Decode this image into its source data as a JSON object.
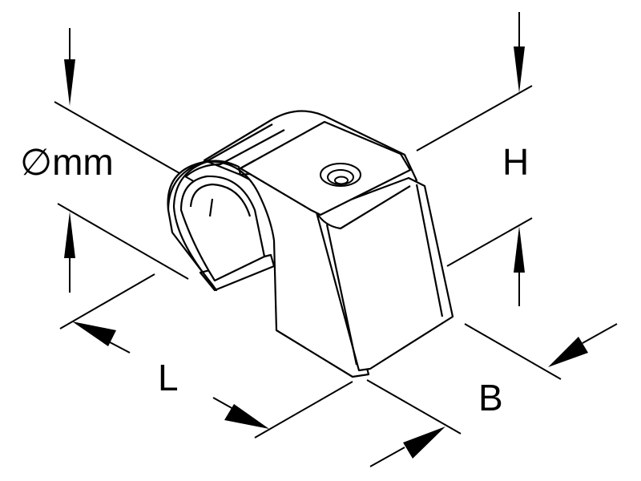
{
  "labels": {
    "diameter": "∅mm",
    "height": "H",
    "length": "L",
    "width": "B"
  },
  "colors": {
    "stroke": "#000000",
    "fill": "#ffffff"
  }
}
